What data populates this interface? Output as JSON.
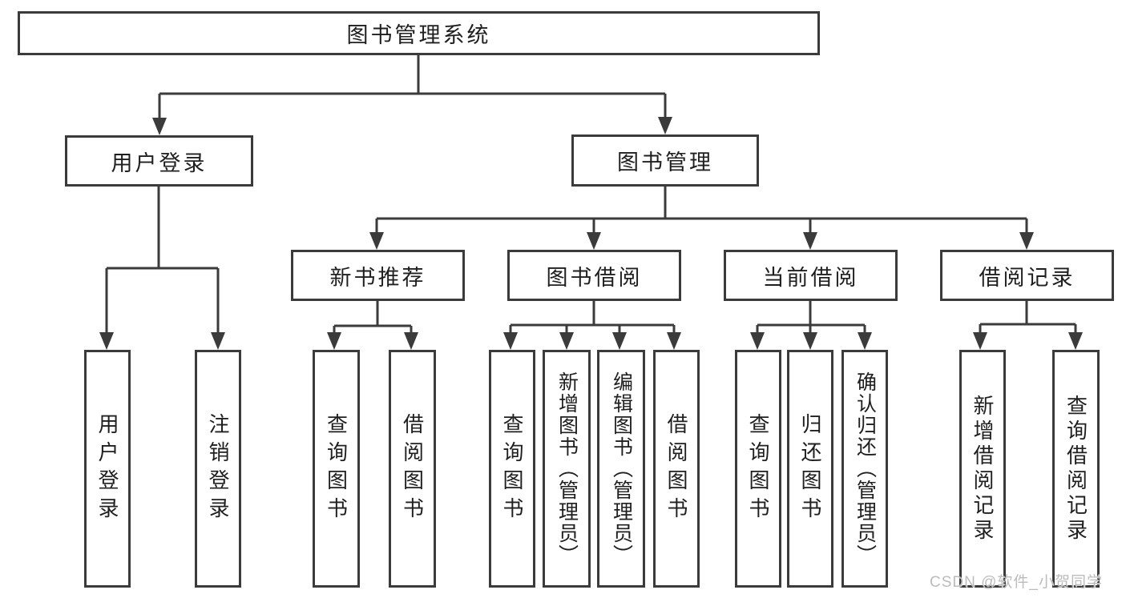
{
  "page": {
    "background": "#ffffff"
  },
  "diagram": {
    "type": "hierarchy",
    "title": "图书管理系统",
    "colors": {
      "line": "#3b3b3b",
      "text": "#1f1f1f",
      "node_fill": "#ffffff",
      "watermark": "#bcbcbc",
      "background": "#ffffff"
    },
    "tree": {
      "label": "图书管理系统",
      "children": [
        {
          "label": "用户登录",
          "children": [
            {
              "label": "用户登录"
            },
            {
              "label": "注销登录"
            }
          ]
        },
        {
          "label": "图书管理",
          "children": [
            {
              "label": "新书推荐",
              "children": [
                {
                  "label": "查询图书"
                },
                {
                  "label": "借阅图书"
                }
              ]
            },
            {
              "label": "图书借阅",
              "children": [
                {
                  "label": "查询图书"
                },
                {
                  "label": "新增图书（管理员）"
                },
                {
                  "label": "编辑图书（管理员）"
                },
                {
                  "label": "借阅图书"
                }
              ]
            },
            {
              "label": "当前借阅",
              "children": [
                {
                  "label": "查询图书"
                },
                {
                  "label": "归还图书"
                },
                {
                  "label": "确认归还（管理员）"
                }
              ]
            },
            {
              "label": "借阅记录",
              "children": [
                {
                  "label": "新增借阅记录"
                },
                {
                  "label": "查询借阅记录"
                }
              ]
            }
          ]
        }
      ]
    },
    "watermark": "CSDN @软件_小贺同学"
  }
}
